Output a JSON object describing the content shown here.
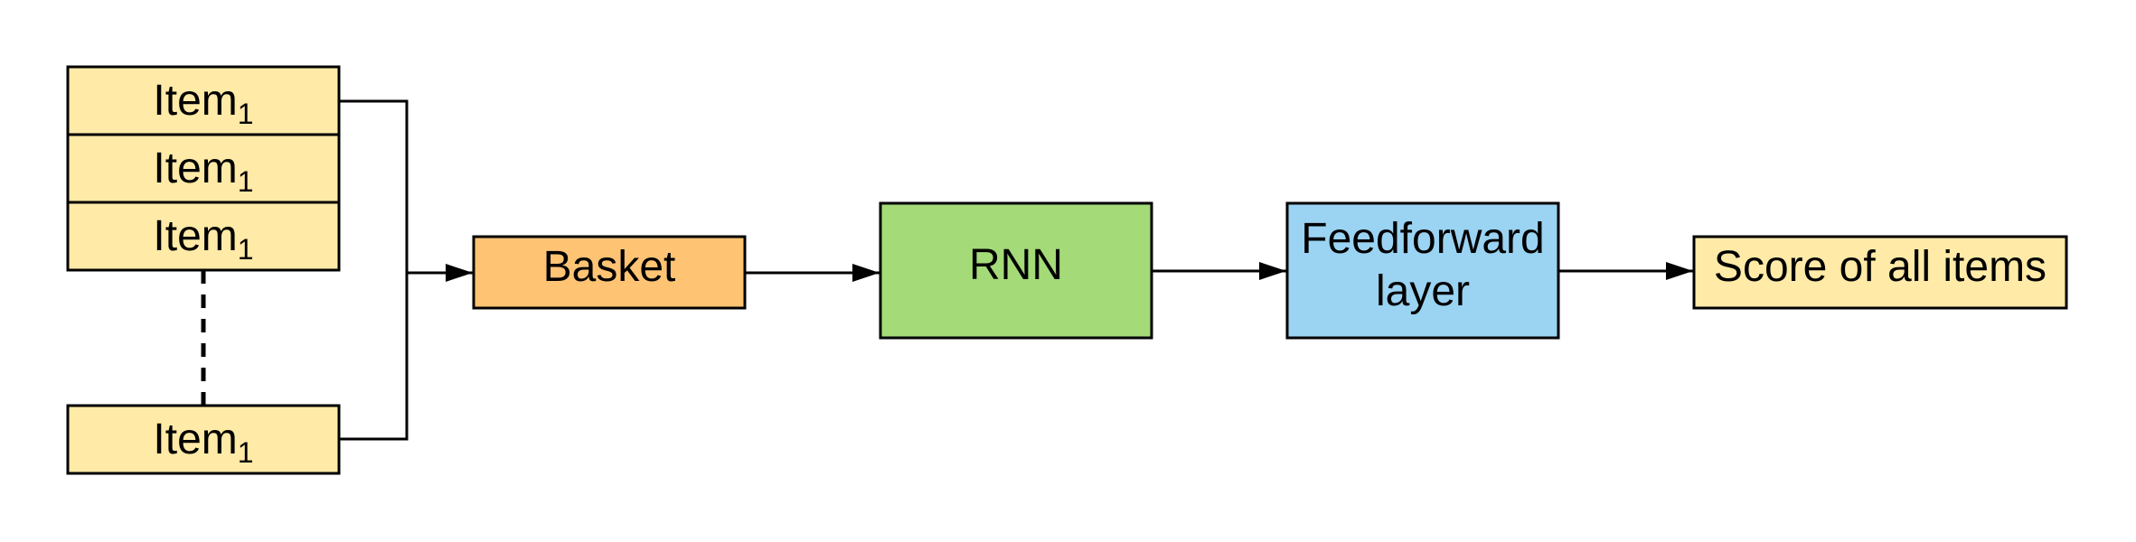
{
  "items": [
    {
      "label": "Item",
      "sub": "1"
    },
    {
      "label": "Item",
      "sub": "1"
    },
    {
      "label": "Item",
      "sub": "1"
    },
    {
      "label": "Item",
      "sub": "1"
    }
  ],
  "basket": {
    "label": "Basket",
    "fill": "#FFC374"
  },
  "rnn": {
    "label": "RNN",
    "fill": "#A4DA78"
  },
  "feedforward": {
    "line1": "Feedforward",
    "line2": "layer",
    "fill": "#9BD3F2"
  },
  "output": {
    "label": "Score of all items",
    "fill": "#FFEAA7"
  },
  "colors": {
    "item_fill": "#FFEAA7",
    "stroke": "#000000"
  }
}
